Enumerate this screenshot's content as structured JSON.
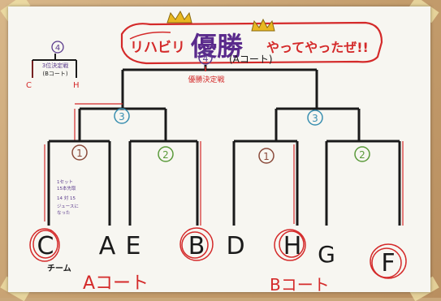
{
  "banner": {
    "text_left": "リハビリ",
    "text_main": "優勝",
    "text_right": "やってやったぜ!!"
  },
  "final": {
    "round_number": "4",
    "court": "(Aコート)",
    "label": "優勝決定戦"
  },
  "third_place": {
    "round_number": "4",
    "label": "3位決定戦",
    "court": "(Bコート)",
    "left_team": "C",
    "right_team": "H"
  },
  "round_labels": {
    "semi_a": "3",
    "semi_b": "3",
    "q1": "1",
    "q2": "2",
    "q3": "1",
    "q4": "2"
  },
  "teams": [
    "C",
    "A",
    "E",
    "B",
    "D",
    "H",
    "G",
    "F"
  ],
  "note_lines": [
    "1セット",
    "15本先取",
    "14 対 15",
    "ジュースに",
    "なった"
  ],
  "footer": {
    "team_label": "チーム",
    "court_a": "Aコート",
    "court_b": "Bコート"
  },
  "colors": {
    "ink": "#1a1a1a",
    "red": "#d42a2a",
    "purple": "#5a3a8c",
    "blue": "#3a8fb0",
    "green": "#5a9a3a",
    "brown": "#8a4a3a",
    "crown": "#e9b820"
  }
}
